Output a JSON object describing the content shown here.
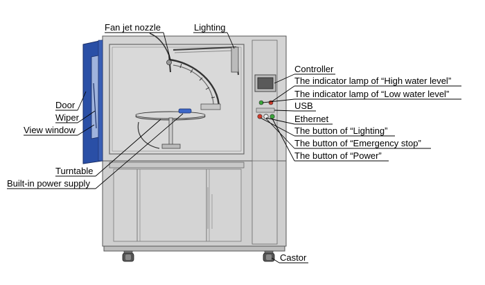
{
  "labels": {
    "fan_jet_nozzle": "Fan jet nozzle",
    "lighting": "Lighting",
    "controller": "Controller",
    "high_water_lamp": "The indicator lamp of “High water level”",
    "low_water_lamp": "The indicator lamp of “Low water level”",
    "usb": "USB",
    "ethernet": "Ethernet",
    "lighting_button": "The button of “Lighting”",
    "emergency_stop_button": "The button of “Emergency stop”",
    "power_button": "The button of “Power”",
    "door": "Door",
    "wiper": "Wiper",
    "view_window": "View window",
    "turntable": "Turntable",
    "power_supply": "Built-in power supply",
    "castor": "Castor"
  },
  "colors": {
    "door_blue": "#2a4fa6",
    "cabinet_fill": "#d6d6d6",
    "outline": "#555555",
    "lamp_green": "#3aa53a",
    "lamp_red": "#d23a2a",
    "nozzle_blue": "#3c67c8"
  }
}
